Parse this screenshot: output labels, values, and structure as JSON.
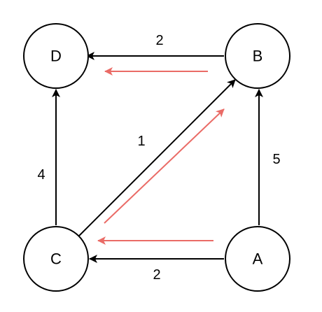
{
  "nodes": [
    {
      "id": "D",
      "label": "D"
    },
    {
      "id": "B",
      "label": "B"
    },
    {
      "id": "C",
      "label": "C"
    },
    {
      "id": "A",
      "label": "A"
    }
  ],
  "edges": [
    {
      "from": "B",
      "to": "D",
      "weight": "2"
    },
    {
      "from": "C",
      "to": "B",
      "weight": "1"
    },
    {
      "from": "C",
      "to": "D",
      "weight": "4"
    },
    {
      "from": "A",
      "to": "B",
      "weight": "5"
    },
    {
      "from": "A",
      "to": "C",
      "weight": "2"
    }
  ],
  "highlighted_path": [
    {
      "from": "A",
      "to": "C"
    },
    {
      "from": "C",
      "to": "B"
    },
    {
      "from": "B",
      "to": "D"
    }
  ],
  "colors": {
    "edge": "#000000",
    "path": "#ea6b66",
    "node_fill": "#ffffff",
    "node_stroke": "#000000"
  }
}
